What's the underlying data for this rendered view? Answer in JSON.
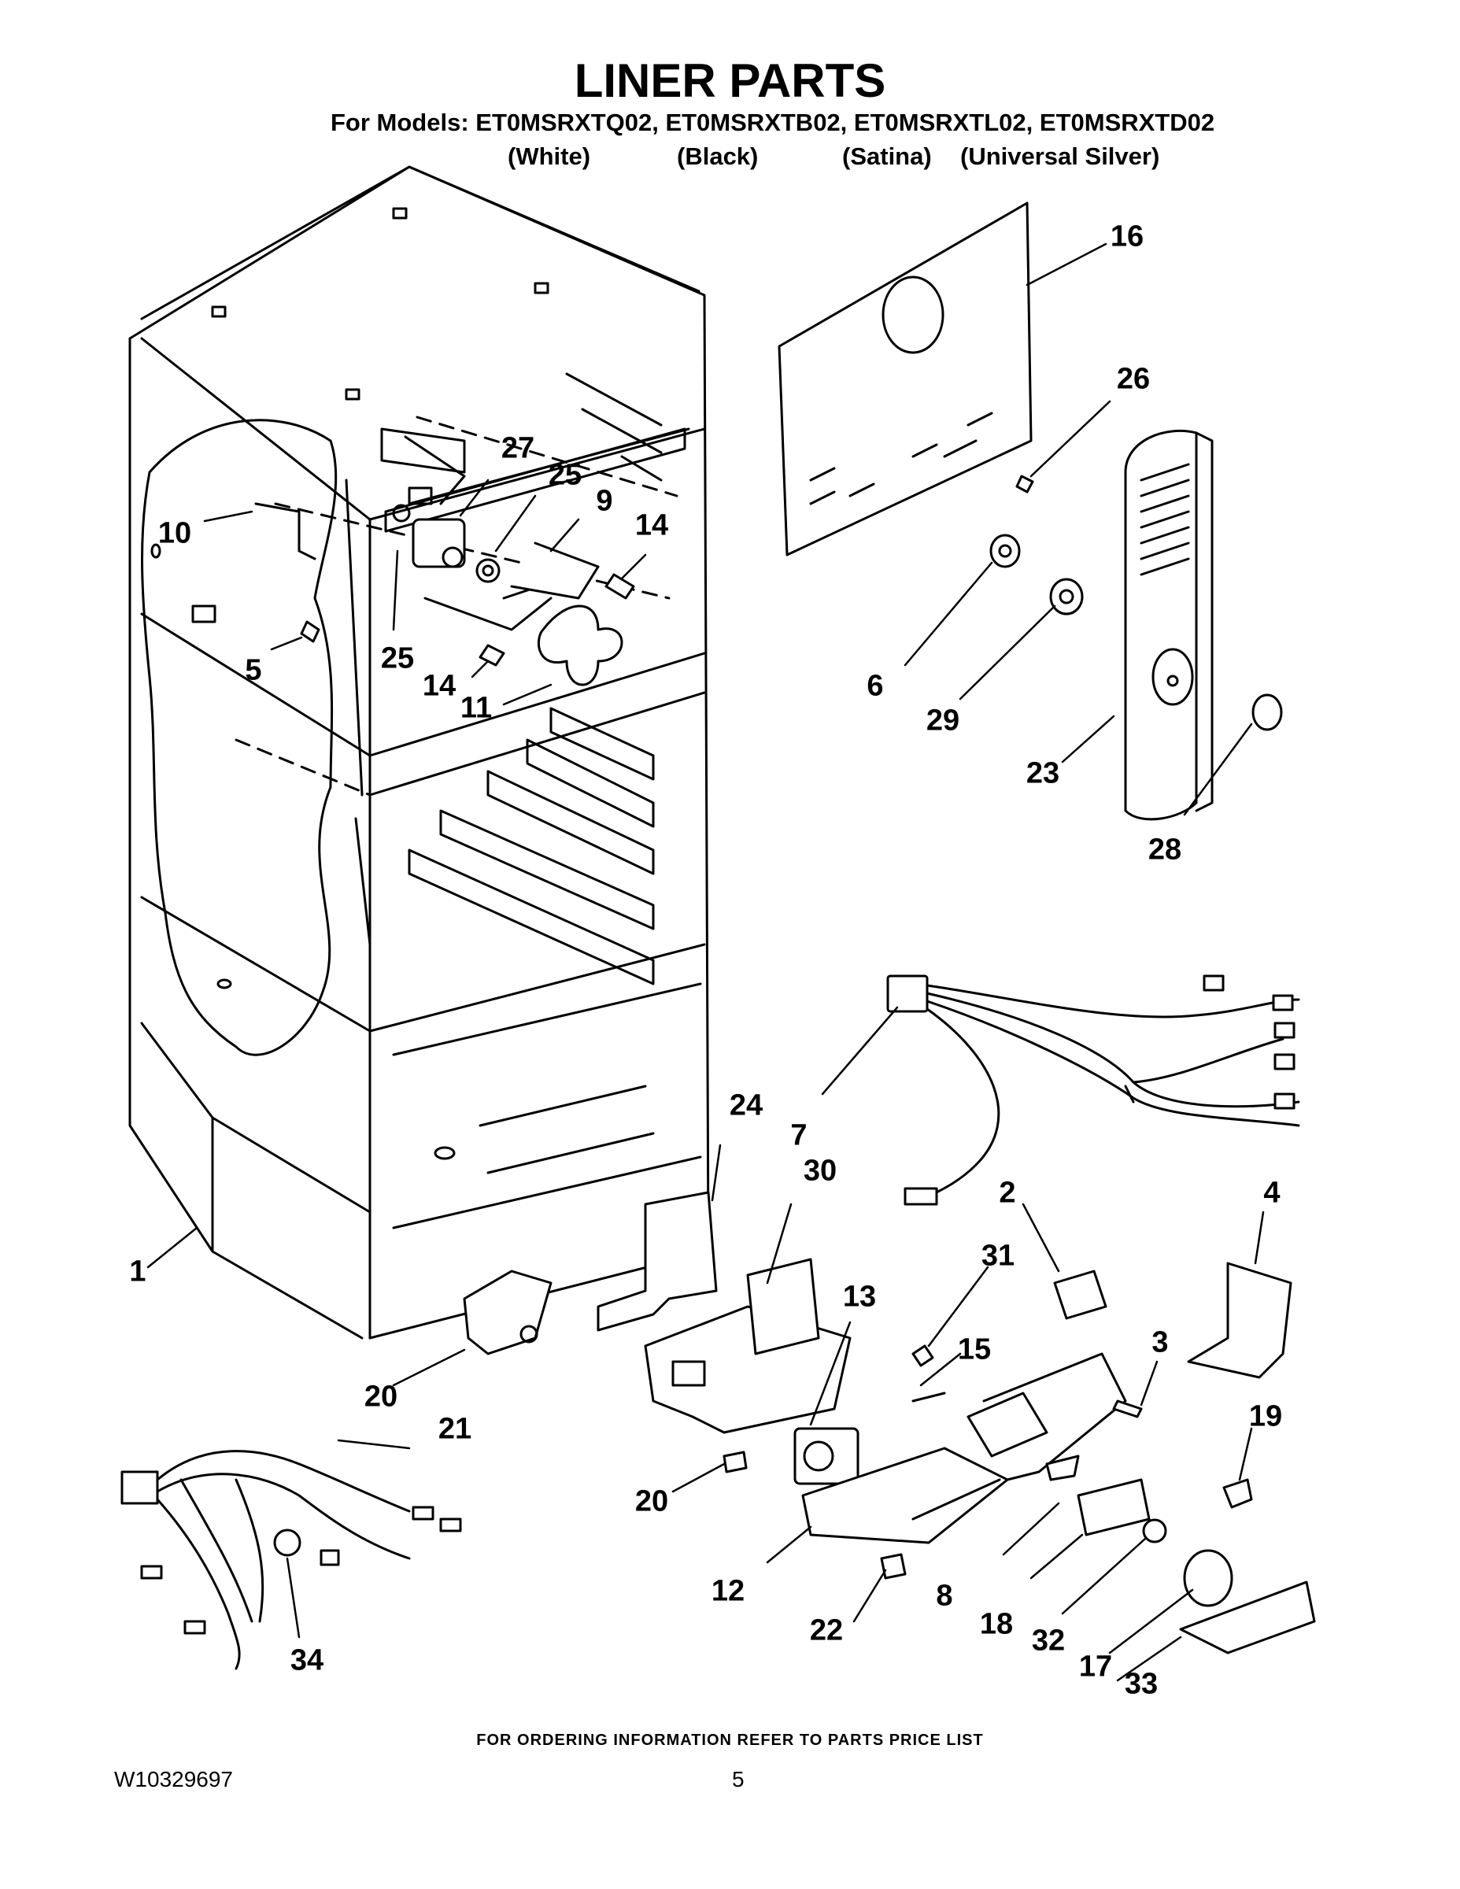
{
  "header": {
    "title": "LINER PARTS",
    "models_line": "For Models: ET0MSRXTQ02, ET0MSRXTB02, ET0MSRXTL02, ET0MSRXTD02",
    "variants": [
      "(White)",
      "(Black)",
      "(Satina)",
      "(Universal Silver)"
    ]
  },
  "callouts": [
    "16",
    "26",
    "27",
    "25",
    "9",
    "14",
    "10",
    "5",
    "25",
    "14",
    "11",
    "6",
    "29",
    "23",
    "28",
    "7",
    "24",
    "30",
    "2",
    "4",
    "1",
    "31",
    "13",
    "15",
    "3",
    "19",
    "20",
    "21",
    "20",
    "12",
    "8",
    "18",
    "22",
    "32",
    "17",
    "33",
    "34"
  ],
  "footer": {
    "ordering_note": "FOR ORDERING INFORMATION REFER TO PARTS PRICE LIST",
    "doc_number": "W10329697",
    "page_number": "5"
  }
}
